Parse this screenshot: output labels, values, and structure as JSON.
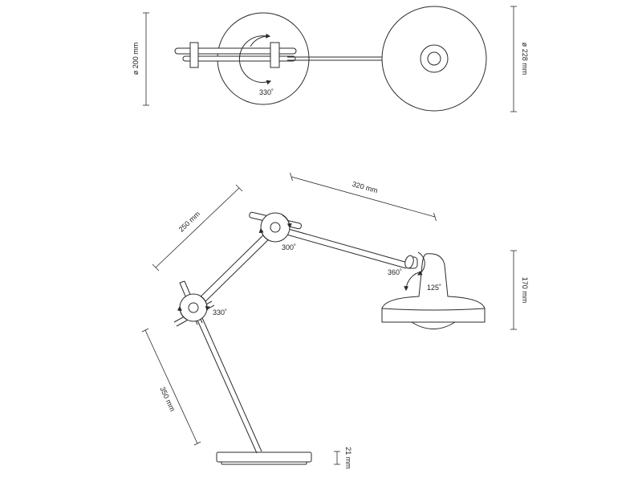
{
  "top_view": {
    "base_diameter": "ø 200 mm",
    "shade_diameter": "ø 228 mm",
    "base_rotation": "330˚"
  },
  "side_view": {
    "lower_arm_length": "350 mm",
    "upper_arm_length": "250 mm",
    "shade_arm_length": "320 mm",
    "shade_height": "170 mm",
    "base_height": "21 mm",
    "lower_joint_rotation": "330˚",
    "upper_joint_rotation": "300˚",
    "shade_rotation": "360˚",
    "shade_tilt": "125˚"
  }
}
